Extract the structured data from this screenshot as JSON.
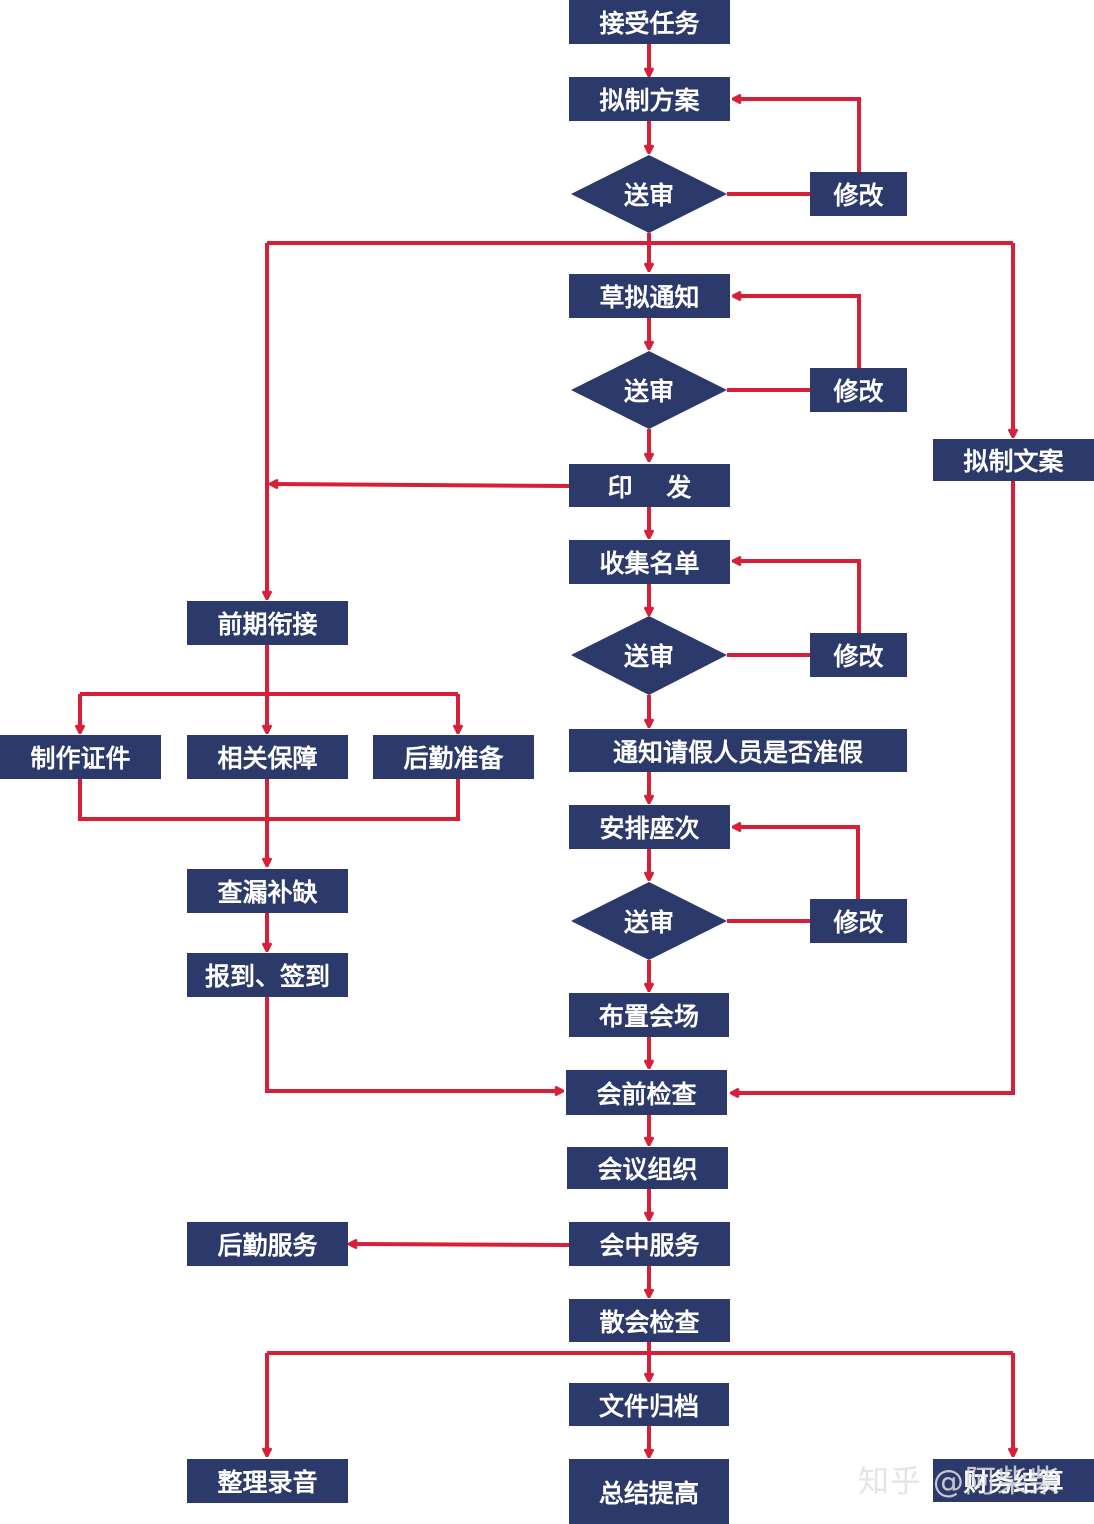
{
  "nodes": {
    "jieshou_renwu": "接受任务",
    "nizhi_fangan": "拟制方案",
    "songshen_1": "送审",
    "xiugai_1": "修改",
    "caoni_tongzhi": "草拟通知",
    "songshen_2": "送审",
    "xiugai_2": "修改",
    "yinfa": "印　 发",
    "nizhi_wenan": "拟制文案",
    "shouji_mingdan": "收集名单",
    "songshen_3": "送审",
    "xiugai_3": "修改",
    "qianqi_xianjie": "前期衔接",
    "zhizuo_zhengjian": "制作证件",
    "xiangguan_baozhang": "相关保障",
    "houqin_zhunbei": "后勤准备",
    "tongzhi_qingjia": "通知请假人员是否准假",
    "anpai_zuoci": "安排座次",
    "songshen_4": "送审",
    "xiugai_4": "修改",
    "chalou_buque": "查漏补缺",
    "baodao_qiandao": "报到、签到",
    "buzhi_huichang": "布置会场",
    "huiqian_jiancha": "会前检查",
    "huiyi_zuzhi": "会议组织",
    "houqin_fuwu": "后勤服务",
    "huizhong_fuwu": "会中服务",
    "sanhui_jiancha": "散会检查",
    "wenjian_guidang": "文件归档",
    "zhengli_luyin": "整理录音",
    "zongjie_tigao": "总结提高",
    "caiwu_jiesuan": "财务结算"
  },
  "watermark": "知乎 @阿柴柴",
  "colors": {
    "node_fill": "#2b3a6b",
    "arrow": "#d6203a",
    "text": "#ffffff"
  }
}
